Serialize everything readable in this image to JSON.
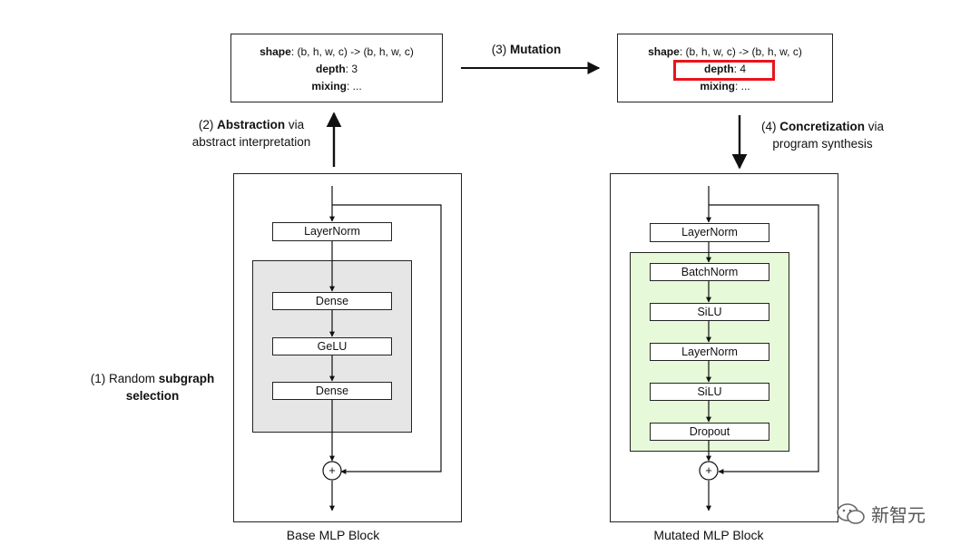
{
  "top_left_box": {
    "shape_key": "shape",
    "shape_val": ": (b, h, w, c) -> (b, h, w, c)",
    "depth_key": "depth",
    "depth_val": ": 3",
    "mixing_key": "mixing",
    "mixing_val": ": ..."
  },
  "top_right_box": {
    "shape_key": "shape",
    "shape_val": ": (b, h, w, c) -> (b, h, w, c)",
    "depth_key": "depth",
    "depth_val": ": 4",
    "mixing_key": "mixing",
    "mixing_val": ": ..."
  },
  "step_mutation": {
    "prefix": "(3) ",
    "bold": "Mutation"
  },
  "step_abstraction": {
    "prefix": "(2) ",
    "bold": "Abstraction",
    "suffix": " via",
    "line2": "abstract interpretation"
  },
  "step_concretization": {
    "prefix": "(4) ",
    "bold": "Concretization",
    "suffix": " via",
    "line2": "program synthesis"
  },
  "step_selection": {
    "prefix": "(1) Random ",
    "bold1": "subgraph",
    "bold2": "selection"
  },
  "base_block": {
    "caption": "Base MLP Block",
    "nodes": [
      "LayerNorm",
      "Dense",
      "GeLU",
      "Dense"
    ],
    "plus": "+"
  },
  "mutated_block": {
    "caption": "Mutated MLP Block",
    "nodes": [
      "LayerNorm",
      "BatchNorm",
      "SiLU",
      "LayerNorm",
      "SiLU",
      "Dropout"
    ],
    "plus": "+"
  },
  "watermark": {
    "text": "新智元"
  },
  "colors": {
    "highlight": "#e8141b",
    "gray_subgraph": "#e6e6e6",
    "green_subgraph": "#e6fad9"
  }
}
